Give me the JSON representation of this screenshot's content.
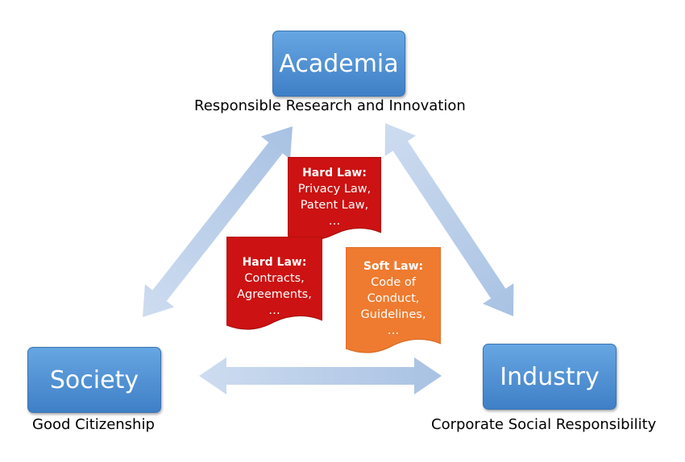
{
  "nodes": {
    "academia": {
      "label": "Academia",
      "caption": "Responsible Research and Innovation"
    },
    "society": {
      "label": "Society",
      "caption": "Good Citizenship"
    },
    "industry": {
      "label": "Industry",
      "caption": "Corporate Social Responsibility"
    }
  },
  "documents": {
    "hard_law_1": {
      "title": "Hard Law:",
      "lines": [
        "Privacy Law,",
        "Patent Law,",
        "…"
      ]
    },
    "hard_law_2": {
      "title": "Hard Law:",
      "lines": [
        "Contracts,",
        "Agreements,",
        "…"
      ]
    },
    "soft_law": {
      "title": "Soft Law:",
      "lines": [
        "Code of",
        "Conduct,",
        "Guidelines,",
        "…"
      ]
    }
  },
  "colors": {
    "node_fill": "#4f8fd6",
    "arrow_fill": "#b4cbe8",
    "hard_law_fill": "#cc1212",
    "soft_law_fill": "#ee7b30",
    "text_on_node": "#ffffff",
    "caption_text": "#000000"
  }
}
